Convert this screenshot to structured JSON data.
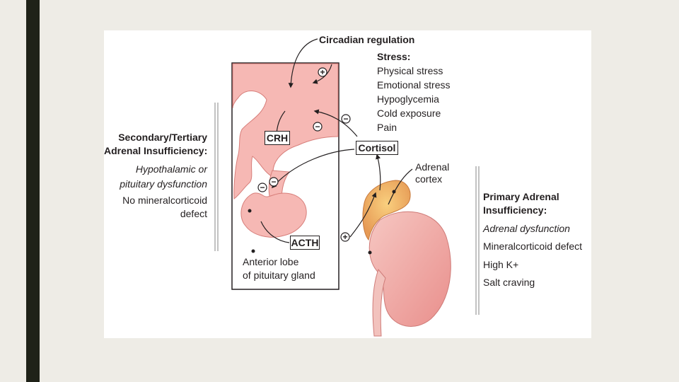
{
  "diagram": {
    "circadian": "Circadian regulation",
    "stress": {
      "title": "Stress:",
      "items": [
        "Physical stress",
        "Emotional stress",
        "Hypoglycemia",
        "Cold exposure",
        "Pain"
      ]
    },
    "crh": "CRH",
    "cortisol": "Cortisol",
    "acth": "ACTH",
    "adrenal_cortex": [
      "Adrenal",
      "cortex"
    ],
    "pituitary": [
      "Anterior lobe",
      "of pituitary gland"
    ],
    "secondary": {
      "title": [
        "Secondary/Tertiary",
        "Adrenal Insufficiency:"
      ],
      "cause": [
        "Hypothalamic or",
        "pituitary dysfunction"
      ],
      "note": [
        "No mineralcorticoid",
        "defect"
      ]
    },
    "primary": {
      "title": [
        "Primary Adrenal",
        "Insufficiency:"
      ],
      "cause": "Adrenal dysfunction",
      "items": [
        "Mineralcorticoid defect",
        "High K+",
        "Salt craving"
      ]
    },
    "signs": {
      "plus": "+",
      "minus": "−"
    }
  }
}
